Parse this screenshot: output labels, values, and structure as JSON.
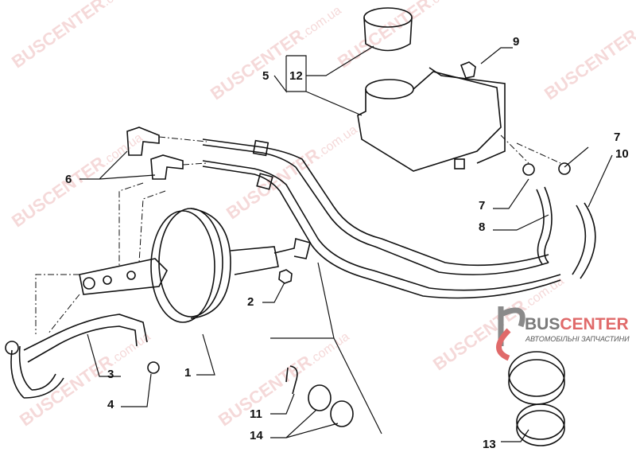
{
  "watermark": {
    "brand": "BUSCENTER",
    "domain": ".com.ua"
  },
  "logo": {
    "part1": "BUS",
    "part2": "CENTER",
    "subtitle": "АВТОМОБІЛЬНІ ЗАПЧАСТИНИ"
  },
  "callouts": [
    "9",
    "5",
    "12",
    "6",
    "7",
    "10",
    "7",
    "8",
    "2",
    "3",
    "1",
    "4",
    "11",
    "14",
    "13"
  ],
  "colors": {
    "line": "#111111",
    "watermark": "#e08080",
    "logo_red": "#e06a6a",
    "logo_gray": "#7a7a7a"
  }
}
